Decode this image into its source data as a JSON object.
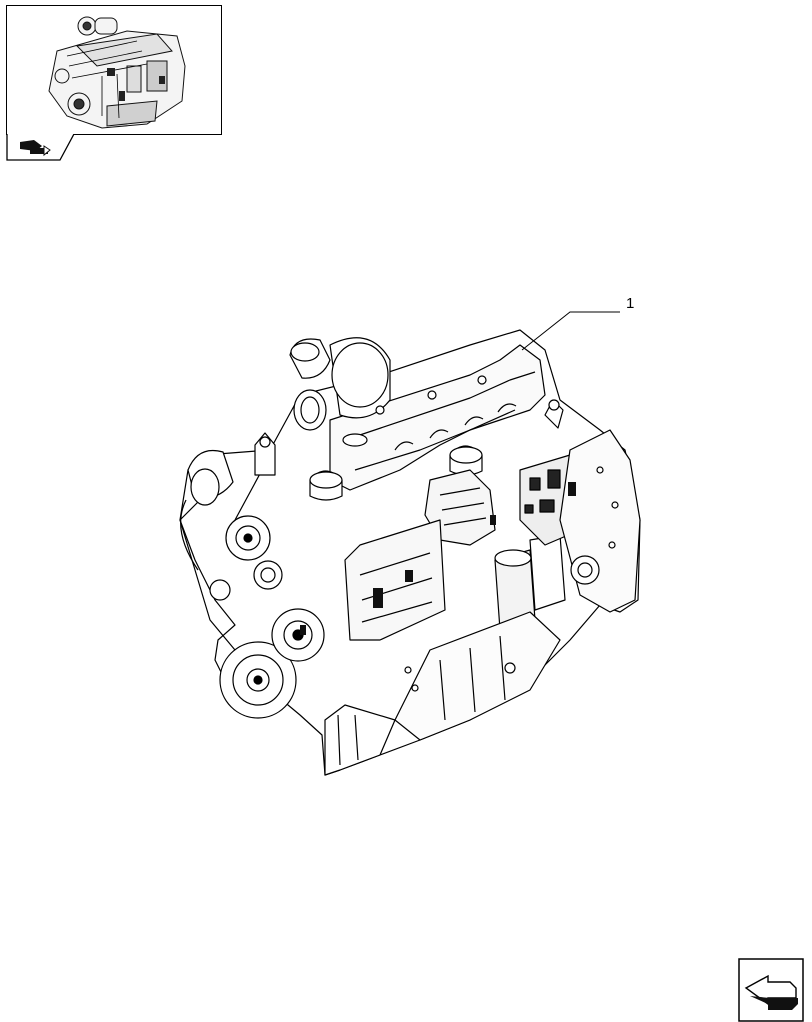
{
  "thumbnail": {
    "icon": "engine-thumbnail",
    "tab_icon": "book-arrow-icon"
  },
  "main": {
    "illustration": "engine-assembly",
    "callouts": [
      {
        "label": "1"
      }
    ]
  },
  "navigation": {
    "icon": "next-page-arrow-icon"
  }
}
